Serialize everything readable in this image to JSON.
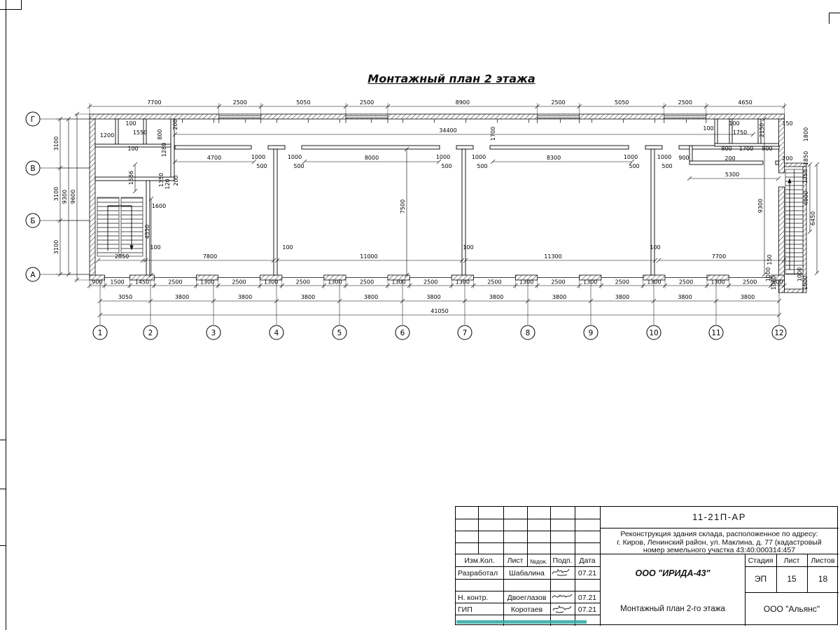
{
  "title": "Монтажный план 2 этажа",
  "plan": {
    "axes_bottom": [
      "1",
      "2",
      "3",
      "4",
      "5",
      "6",
      "7",
      "8",
      "9",
      "10",
      "11",
      "12"
    ],
    "axes_left": [
      "Г",
      "В",
      "Б",
      "А"
    ],
    "dims": {
      "top": [
        "7700",
        "2500",
        "5050",
        "2500",
        "8900",
        "2500",
        "5050",
        "2500",
        "4650"
      ],
      "inner_top": [
        "34400",
        "1700"
      ],
      "top_left": [
        "1200",
        "100",
        "1550",
        "100",
        "800",
        "1280",
        "200"
      ],
      "top_right": [
        "100",
        "100",
        "1750",
        "2150",
        "150",
        "1800",
        "800",
        "1700",
        "800",
        "200",
        "200",
        "1850",
        "1350"
      ],
      "mid": [
        "4700",
        "1000",
        "500",
        "1000",
        "500",
        "8000",
        "1000",
        "500",
        "1000",
        "500",
        "8300",
        "1000",
        "500",
        "1000",
        "500",
        "900",
        "5300"
      ],
      "left": [
        "3100",
        "3100",
        "3100",
        "9300",
        "9600"
      ],
      "left_inner": [
        "1586",
        "1350",
        "120",
        "200",
        "1600",
        "4550",
        "100",
        "2850"
      ],
      "center": [
        "7500"
      ],
      "bottom_inner": [
        "7800",
        "100",
        "11000",
        "100",
        "11300",
        "100",
        "7700",
        "150"
      ],
      "right_inner": [
        "9300",
        "4000",
        "6450",
        "1000",
        "1000",
        "1000",
        "1000"
      ],
      "bottom1": [
        "900",
        "1500",
        "1450",
        "2500",
        "1300",
        "2500",
        "1300",
        "2500",
        "1300",
        "2500",
        "1300",
        "2500",
        "1300",
        "2500",
        "1300",
        "2500",
        "1300",
        "2500",
        "1300",
        "2500",
        "1300",
        "2500",
        "800"
      ],
      "bottom2": [
        "3050",
        "3800",
        "3800",
        "3800",
        "3800",
        "3800",
        "3800",
        "3800",
        "3800",
        "3800",
        "3800"
      ],
      "total": "41050"
    }
  },
  "titleblock": {
    "doc_code": "11-21П-АР",
    "project_line1": "Реконструкция здания склада, расположенное по адресу:",
    "project_line2": "г. Киров, Ленинский район, ул. Маклина, д. 77 (кадастровый",
    "project_line3": "номер земельного участка 43:40:000314:457",
    "col_izm": "Изм.Кол.",
    "col_list": "Лист",
    "col_doc": "№док.",
    "col_sign": "Подп.",
    "col_date": "Дата",
    "rows": [
      {
        "role": "Разработал",
        "name": "Шабалина",
        "date": "07.21"
      },
      {
        "role": "Н. контр.",
        "name": "Двоеглазов",
        "date": "07.21"
      },
      {
        "role": "ГИП",
        "name": "Коротаев",
        "date": "07.21"
      }
    ],
    "org_middle": "ООО \"ИРИДА-43\"",
    "sheet_title": "Монтажный план 2-го этажа",
    "stage_label": "Стадия",
    "list_label": "Лист",
    "listov_label": "Листов",
    "stage": "ЭП",
    "sheet_no": "15",
    "sheets_total": "18",
    "org_right": "ООО \"Альянс\""
  },
  "colors": {
    "ink": "#1a1a1a",
    "accent_strip": "#2fa8a0"
  }
}
